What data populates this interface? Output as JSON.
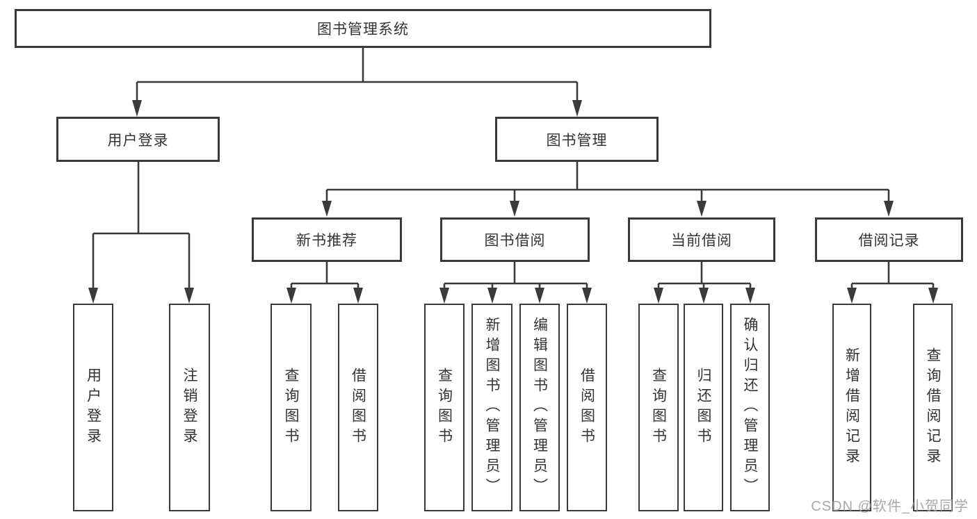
{
  "diagram": {
    "tree": {
      "root": {
        "label": "图书管理系统",
        "children": [
          {
            "label": "用户登录",
            "children": [
              {
                "label": "用户登录"
              },
              {
                "label": "注销登录"
              }
            ]
          },
          {
            "label": "图书管理",
            "children": [
              {
                "label": "新书推荐",
                "children": [
                  {
                    "label": "查询图书"
                  },
                  {
                    "label": "借阅图书"
                  }
                ]
              },
              {
                "label": "图书借阅",
                "children": [
                  {
                    "label": "查询图书"
                  },
                  {
                    "label": "新增图书（管理员）"
                  },
                  {
                    "label": "编辑图书（管理员）"
                  },
                  {
                    "label": "借阅图书"
                  }
                ]
              },
              {
                "label": "当前借阅",
                "children": [
                  {
                    "label": "查询图书"
                  },
                  {
                    "label": "归还图书"
                  },
                  {
                    "label": "确认归还（管理员）"
                  }
                ]
              },
              {
                "label": "借阅记录",
                "children": [
                  {
                    "label": "新增借阅记录"
                  },
                  {
                    "label": "查询借阅记录"
                  }
                ]
              }
            ]
          }
        ]
      }
    },
    "colors": {
      "line": "#3a3a3a",
      "box_border": "#3a3a3a",
      "box_fill": "#ffffff",
      "text": "#333333",
      "watermark": "#9e9e9e",
      "background": "#ffffff"
    }
  },
  "watermark": {
    "text": "CSDN @软件_小贺同学"
  }
}
